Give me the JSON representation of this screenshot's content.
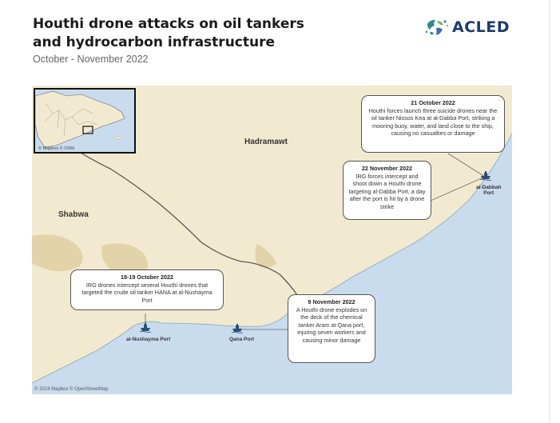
{
  "header": {
    "title": "Houthi drone attacks on oil tankers and hydrocarbon infrastructure",
    "subtitle": "October - November 2022",
    "logo_text": "ACLED"
  },
  "map": {
    "regions": [
      "Hadramawt",
      "Shabwa"
    ],
    "inset_attribution": "© Mapbox © OSM",
    "attribution": "© 2024 Mapbox © OpenStreetMap",
    "colors": {
      "land": "#f2ead0",
      "sea": "#c9dcee",
      "highlight": "#e2d3a8",
      "border": "#555555"
    }
  },
  "ports": [
    {
      "name": "al-Dabbah Port",
      "label_line1": "al-Dabbah",
      "label_line2": "Port"
    },
    {
      "name": "Qana Port",
      "label": "Qana Port"
    },
    {
      "name": "al-Nushayma Port",
      "label": "al-Nushayma Port"
    }
  ],
  "events": [
    {
      "date": "21 October 2022",
      "text": "Houthi forces launch three suicide drones near the oil tanker Nissos Kea at al-Dabba Port, striking a mooring buoy, water, and land close to the ship, causing no casualties or damage"
    },
    {
      "date": "22 November 2022",
      "text": "IRG forces intercept and shoot down a Houthi drone targeting al-Dabba Port, a day after the port is hit by a drone strike"
    },
    {
      "date": "18-19 October 2022",
      "text": "IRG drones intercept several Houthi drones that targeted the crude oil tanker HANA at al-Nushayma Port"
    },
    {
      "date": "9 November 2022",
      "text": "A Houthi drone explodes on the deck of the chemical tanker Aram at Qana port, injuring seven workers and causing minor damage"
    }
  ]
}
